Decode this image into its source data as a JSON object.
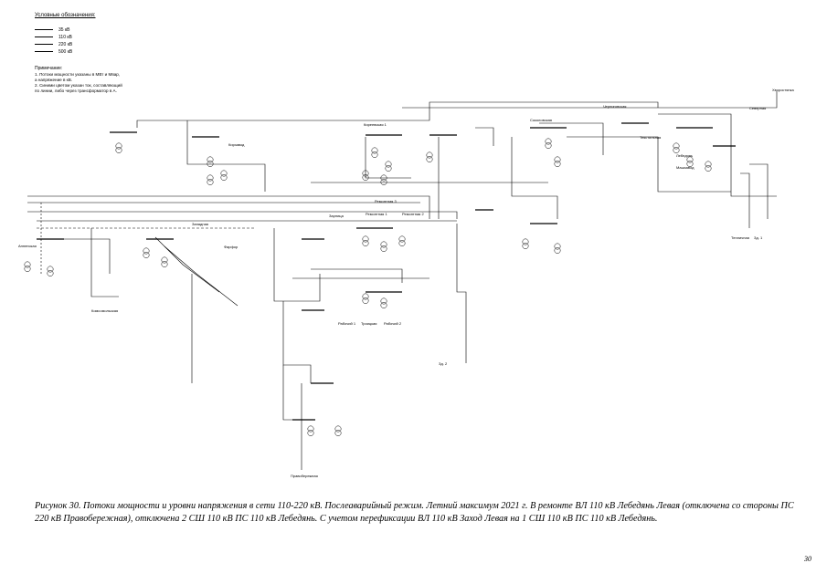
{
  "legend": {
    "title": "Условные обозначения:",
    "items": [
      {
        "label": "35 кВ",
        "color": "#000000",
        "style": "solid"
      },
      {
        "label": "110 кВ",
        "color": "#000000",
        "style": "solid"
      },
      {
        "label": "220 кВ",
        "color": "#000000",
        "style": "solid"
      },
      {
        "label": "500 кВ",
        "color": "#000000",
        "style": "solid"
      }
    ]
  },
  "notes": {
    "title": "Примечание:",
    "lines": [
      "1. Потоки мощности указаны в МВт и Мвар,",
      "   а напряжение в кВ.",
      "2. Синими цветом указан ток, составляющий",
      "   по линии, либо через трансформатор в А."
    ]
  },
  "diagram": {
    "substation_labels": [
      "Кирзавод",
      "Киреевская 1",
      "Анненская",
      "Комсомольская",
      "Западная",
      "Ремонтная 1",
      "Ремонтная 2",
      "Ремонтная 3",
      "Фарфор",
      "Зарница",
      "Троицкая",
      "Рабочий 1",
      "Рабочий 2",
      "Соколовская",
      "Текстильная",
      "Лебедянь",
      "Машзавод",
      "Северная",
      "Тепличная",
      "Зд. 1",
      "Зд. 2",
      "Черниговская",
      "Хворостянка",
      "Правобережная"
    ]
  },
  "caption": "Рисунок 30. Потоки мощности и уровни напряжения в сети 110-220 кВ. Послеаварийный режим. Летний максимум  2021  г. В ремонте ВЛ 110 кВ Лебедянь Левая (отключена со стороны ПС 220 кВ Правобережная), отключена 2 СШ 110 кВ ПС 110 кВ Лебедянь. С учетом перефиксации ВЛ 110 кВ Заход Левая на 1 СШ 110 кВ ПС 110 кВ Лебедянь.",
  "page_number": "30"
}
